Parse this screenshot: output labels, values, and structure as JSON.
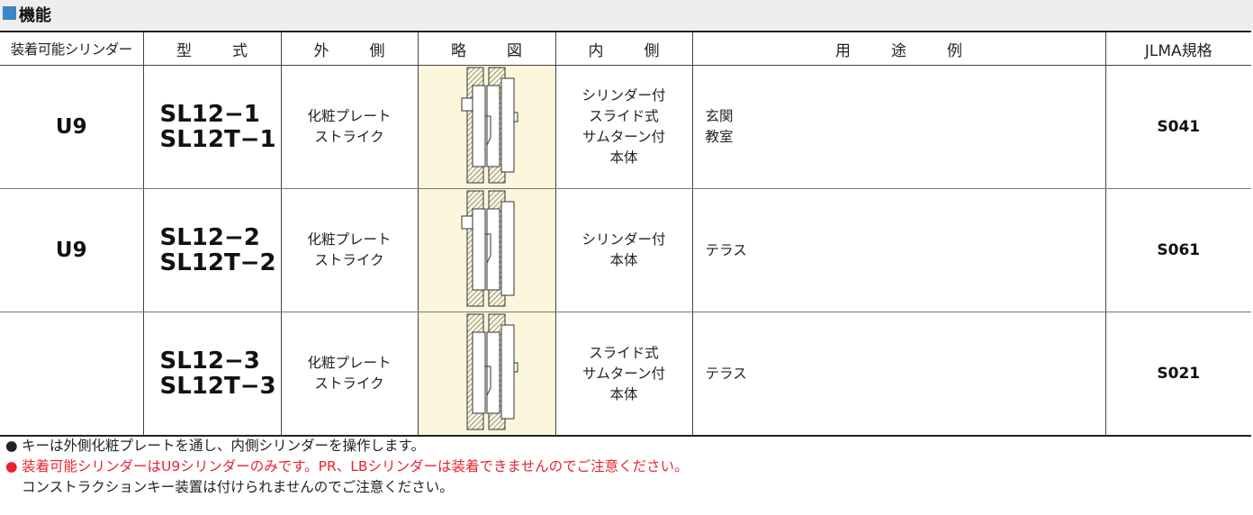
{
  "section": {
    "title": "機能",
    "accent": "#3a86c8"
  },
  "table": {
    "headers": [
      "装着可能シリンダー",
      "型　式",
      "外　側",
      "略　図",
      "内　側",
      "用　途　例",
      "JLMA規格"
    ],
    "rows": [
      {
        "cylinder": "U9",
        "model": [
          "SL12−1",
          "SL12T−1"
        ],
        "outer": [
          "化粧プレート",
          "ストライク"
        ],
        "inner": [
          "シリンダー付",
          "スライド式",
          "サムターン付",
          "本体"
        ],
        "use": [
          "玄関",
          "教室"
        ],
        "jlma": "S041"
      },
      {
        "cylinder": "U9",
        "model": [
          "SL12−2",
          "SL12T−2"
        ],
        "outer": [
          "化粧プレート",
          "ストライク"
        ],
        "inner": [
          "シリンダー付",
          "本体"
        ],
        "use": [
          "テラス"
        ],
        "jlma": "S061"
      },
      {
        "cylinder": "",
        "model": [
          "SL12−3",
          "SL12T−3"
        ],
        "outer": [
          "化粧プレート",
          "ストライク"
        ],
        "inner": [
          "スライド式",
          "サムターン付",
          "本体"
        ],
        "use": [
          "テラス"
        ],
        "jlma": "S021"
      }
    ]
  },
  "notes": [
    {
      "bullet": "●",
      "text": "キーは外側化粧プレートを通し、内側シリンダーを操作します。",
      "color": "#222222"
    },
    {
      "bullet": "●",
      "text": "装着可能シリンダーはU9シリンダーのみです。PR、LBシリンダーは装着できませんのでご注意ください。",
      "color": "#e8232f"
    },
    {
      "bullet": "",
      "text": "コンストラクションキー装置は付けられませんのでご注意ください。",
      "color": "#222222"
    }
  ]
}
